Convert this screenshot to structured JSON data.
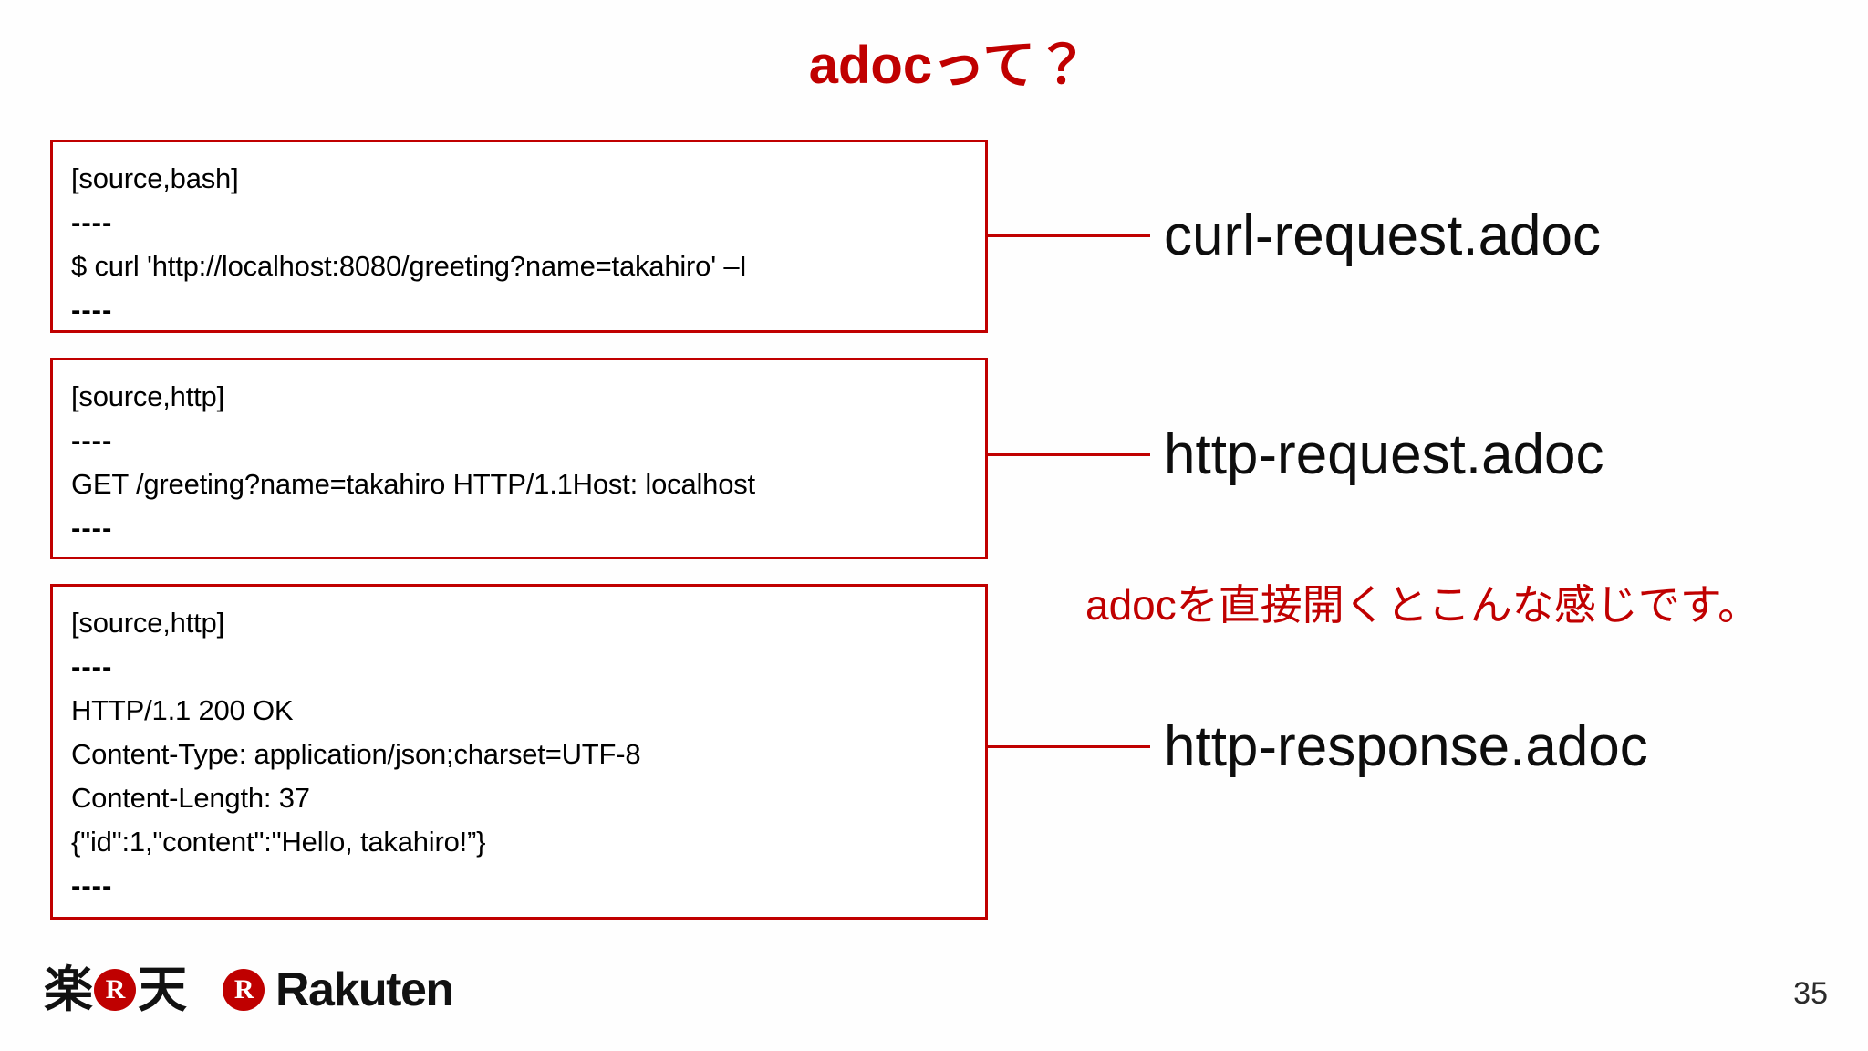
{
  "slide": {
    "title": "adocって？",
    "page_number": "35",
    "accent_color": "#C00000",
    "text_color": "#000000",
    "background": "#FFFFFF"
  },
  "code_boxes": [
    {
      "id": "box-1",
      "language_tag": "[source,bash]",
      "lines": [
        "[source,bash]",
        "----",
        "$ curl 'http://localhost:8080/greeting?name=takahiro' –I",
        "----"
      ]
    },
    {
      "id": "box-2",
      "language_tag": "[source,http]",
      "lines": [
        "[source,http]",
        "----",
        "GET /greeting?name=takahiro HTTP/1.1Host: localhost",
        "----"
      ]
    },
    {
      "id": "box-3",
      "language_tag": "[source,http]",
      "lines": [
        "[source,http]",
        "----",
        "HTTP/1.1 200 OK",
        "Content-Type: application/json;charset=UTF-8",
        "Content-Length: 37",
        "{\"id\":1,\"content\":\"Hello, takahiro!”}",
        "----"
      ]
    }
  ],
  "file_labels": [
    {
      "text": "curl-request.adoc"
    },
    {
      "text": "http-request.adoc"
    },
    {
      "text": "http-response.adoc"
    }
  ],
  "annotation": {
    "text": "adocを直接開くとこんな感じです。",
    "color": "#C00000"
  },
  "footer": {
    "logo_jp_left": "楽",
    "logo_jp_badge": "R",
    "logo_jp_right": "天",
    "logo_en_badge": "R",
    "logo_en_text": "Rakuten"
  }
}
